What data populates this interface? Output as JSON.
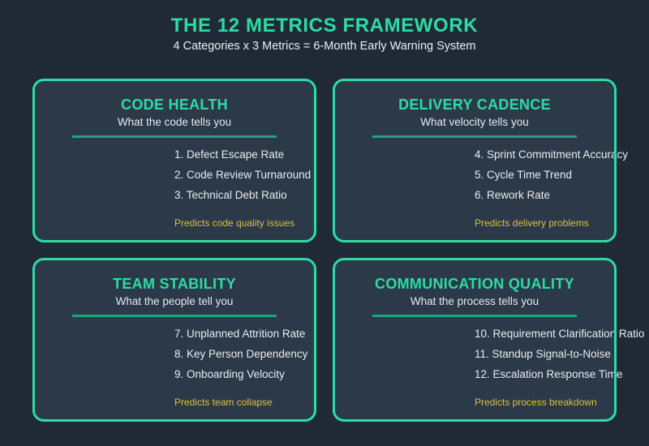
{
  "header": {
    "title": "THE 12 METRICS FRAMEWORK",
    "subtitle": "4 Categories x 3 Metrics = 6-Month Early Warning System"
  },
  "colors": {
    "background": "#202a36",
    "card_background": "#2b3949",
    "accent_teal": "#2bdca4",
    "divider_teal": "#1da47f",
    "warning_gold": "#dcc23f",
    "body_text": "#e9edef"
  },
  "cards": [
    {
      "title": "CODE HEALTH",
      "subtitle": "What the code tells you",
      "metrics": [
        "1. Defect Escape Rate",
        "2. Code Review Turnaround",
        "3. Technical Debt Ratio"
      ],
      "footer": "Predicts code quality issues"
    },
    {
      "title": "DELIVERY CADENCE",
      "subtitle": "What velocity tells you",
      "metrics": [
        "4. Sprint Commitment Accuracy",
        "5. Cycle Time Trend",
        "6. Rework Rate"
      ],
      "footer": "Predicts delivery problems"
    },
    {
      "title": "TEAM STABILITY",
      "subtitle": "What the people tell you",
      "metrics": [
        "7. Unplanned Attrition Rate",
        "8. Key Person Dependency",
        "9. Onboarding Velocity"
      ],
      "footer": "Predicts team collapse"
    },
    {
      "title": "COMMUNICATION QUALITY",
      "subtitle": "What the process tells you",
      "metrics": [
        "10. Requirement Clarification Ratio",
        "11. Standup Signal-to-Noise",
        "12. Escalation Response Time"
      ],
      "footer": "Predicts process breakdown"
    }
  ]
}
